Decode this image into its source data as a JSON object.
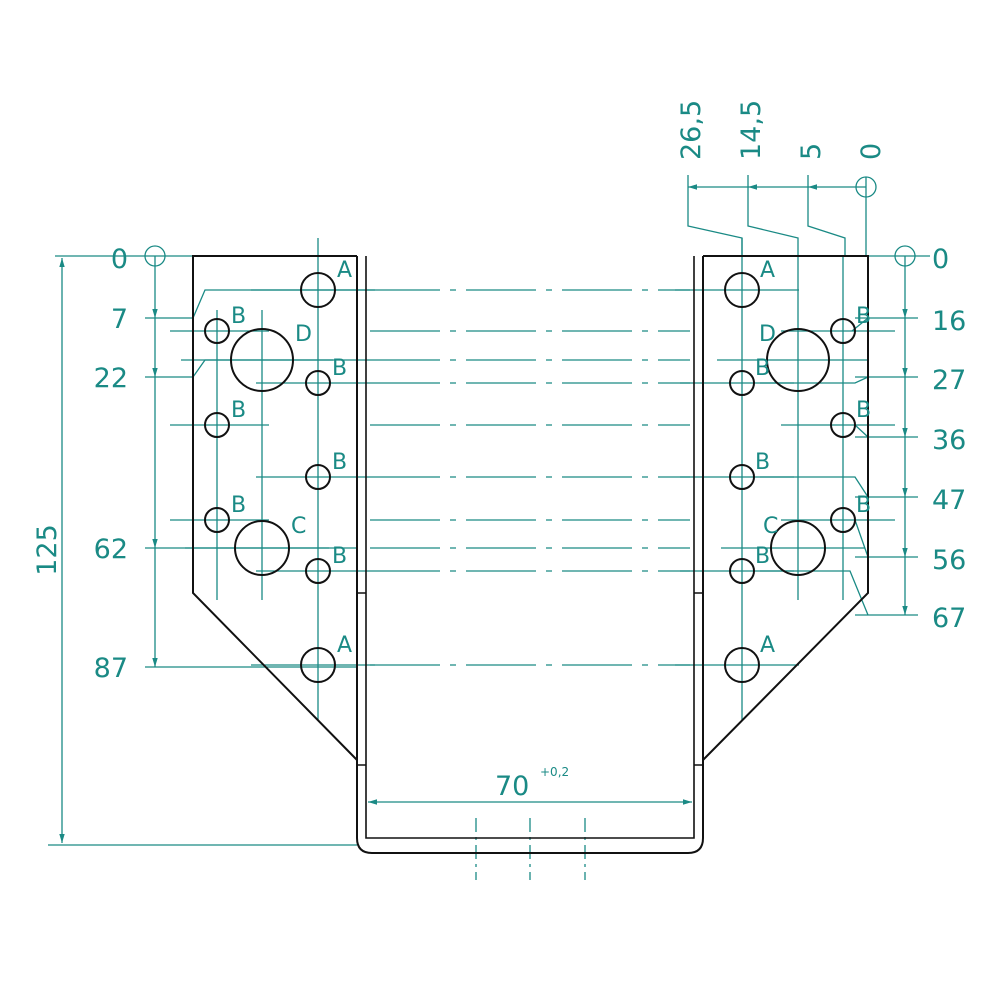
{
  "colors": {
    "dimension": "#1a8a85",
    "outline": "#111111"
  },
  "left_dimensions": [
    "0",
    "7",
    "22",
    "62",
    "87"
  ],
  "overall_height": "125",
  "right_dimensions": [
    "0",
    "16",
    "27",
    "36",
    "47",
    "56",
    "67"
  ],
  "top_dimensions": [
    "26,5",
    "14,5",
    "5",
    "0"
  ],
  "width_dimension": {
    "value": "70",
    "tolerance": "+0,2"
  },
  "hole_labels": {
    "left": [
      "A",
      "B",
      "D",
      "B",
      "B",
      "B",
      "B",
      "C",
      "B",
      "A"
    ],
    "right": [
      "A",
      "B",
      "D",
      "B",
      "B",
      "B",
      "B",
      "C",
      "B",
      "A"
    ]
  }
}
